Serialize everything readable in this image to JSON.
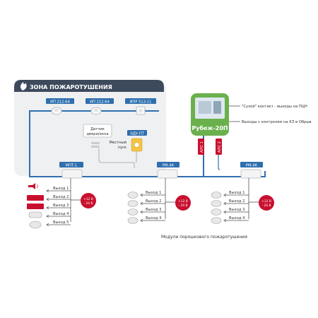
{
  "zone": {
    "title": "ЗОНА ПОЖАРОТУШЕНИЯ",
    "detectors": [
      "ИП 212-64",
      "ИП 212-64",
      "ИПР 513-11"
    ],
    "door_sensor": [
      "Датчик",
      "двери/окна"
    ],
    "local_start_label": [
      "Местный",
      "пуск"
    ],
    "edu_label": "ЭДУ-ПТ"
  },
  "controller": {
    "name": "Рубеж-20П",
    "als_labels": [
      "АЛС 1",
      "АЛС 2"
    ]
  },
  "notes": {
    "dry_contact": "\"Сухой\" контакт - выходы на ПЦН",
    "outputs_kz": "Выходы с контролем на КЗ и Обрыв"
  },
  "modules": [
    {
      "name": "МПТ-1",
      "outputs": [
        "Выход 1",
        "Выход 2",
        "Выход 3",
        "Выход 4",
        "Выход 5"
      ]
    },
    {
      "name": "РМ-4К",
      "outputs": [
        "Выход 1",
        "Выход 2",
        "Выход 3",
        "Выход 4"
      ]
    },
    {
      "name": "РМ-4К",
      "outputs": [
        "Выход 1",
        "Выход 2",
        "Выход 3",
        "Выход 4"
      ]
    }
  ],
  "power": {
    "plus": "+12 В",
    "minus": "- 24 В"
  },
  "caption": "Модули порошкового пожаротушения",
  "colors": {
    "bus": "#2f6fae",
    "zone_bg": "#eef0f2",
    "zone_header": "#3d4a5c",
    "detector_label": "#2f6fae",
    "power_red": "#c8102e",
    "controller_green": "#6ab04c",
    "als_red": "#c8102e"
  },
  "icons": [
    "fire-icon",
    "smoke-detector-icon",
    "manual-call-point-icon",
    "door-sensor-icon",
    "edu-button-icon",
    "fire-sign-icon",
    "siren-icon",
    "powder-module-icon"
  ]
}
